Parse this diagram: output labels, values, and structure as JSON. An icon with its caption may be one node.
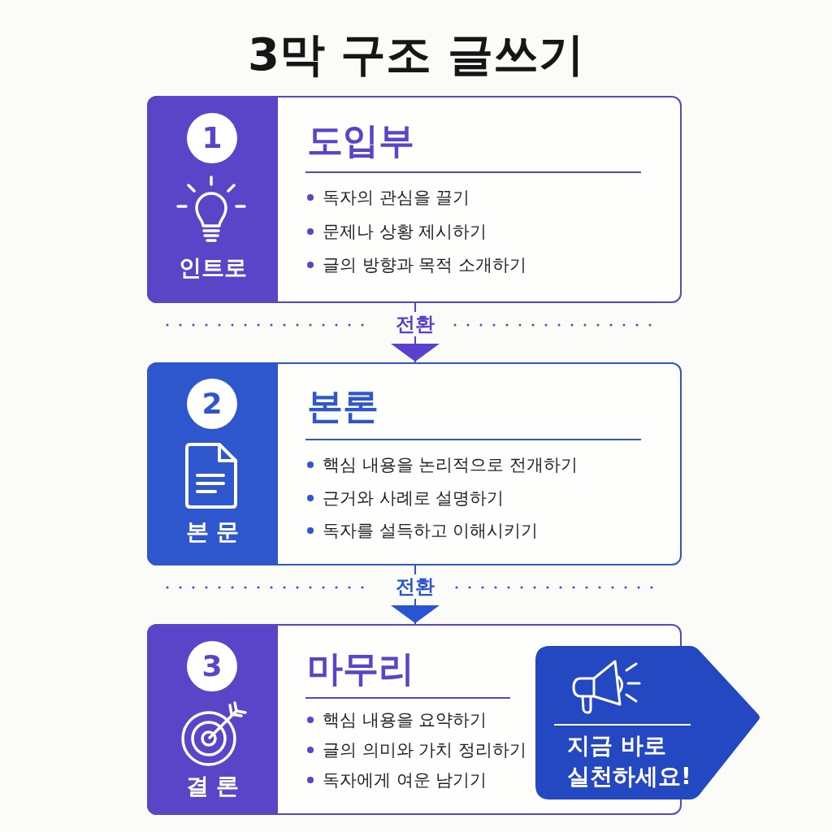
{
  "diagram": {
    "title": "3막 구조 글쓰기",
    "nodes": [
      {
        "text": [
          "도입부",
          "독자의 관심을 끌기",
          "문제나 상황 제시하기",
          "글의 방향과 목적 소개하기"
        ]
      },
      {
        "text": [
          "인트로"
        ],
        "in": 0
      },
      {
        "text": [
          "1"
        ],
        "in": 1
      },
      {
        "text": [
          "본론",
          "핵심 내용을 논리적으로 전개하기",
          "근거와 사례로 설명하기",
          "독자를 설득하고 이해시키기"
        ]
      },
      {
        "text": [
          "본 문"
        ],
        "in": 3
      },
      {
        "text": [
          "2"
        ],
        "in": 4
      },
      {
        "text": [
          "마무리",
          "핵심 내용을 요약하기",
          "글의 의미와 가치 정리하기",
          "독자에게 여운 남기기"
        ]
      },
      {
        "text": [
          "결 론"
        ],
        "in": 6
      },
      {
        "text": [
          "3"
        ],
        "in": 7
      },
      {
        "text": [
          "지금 바로 실천하세요!"
        ]
      }
    ],
    "edges": [
      {
        "from": 0,
        "to": 3,
        "arrow": "to",
        "label": "전환",
        "color": "#5b3fd0"
      },
      {
        "from": 3,
        "to": 6,
        "arrow": "to",
        "label": "전환",
        "color": "#2a55d2"
      }
    ]
  }
}
